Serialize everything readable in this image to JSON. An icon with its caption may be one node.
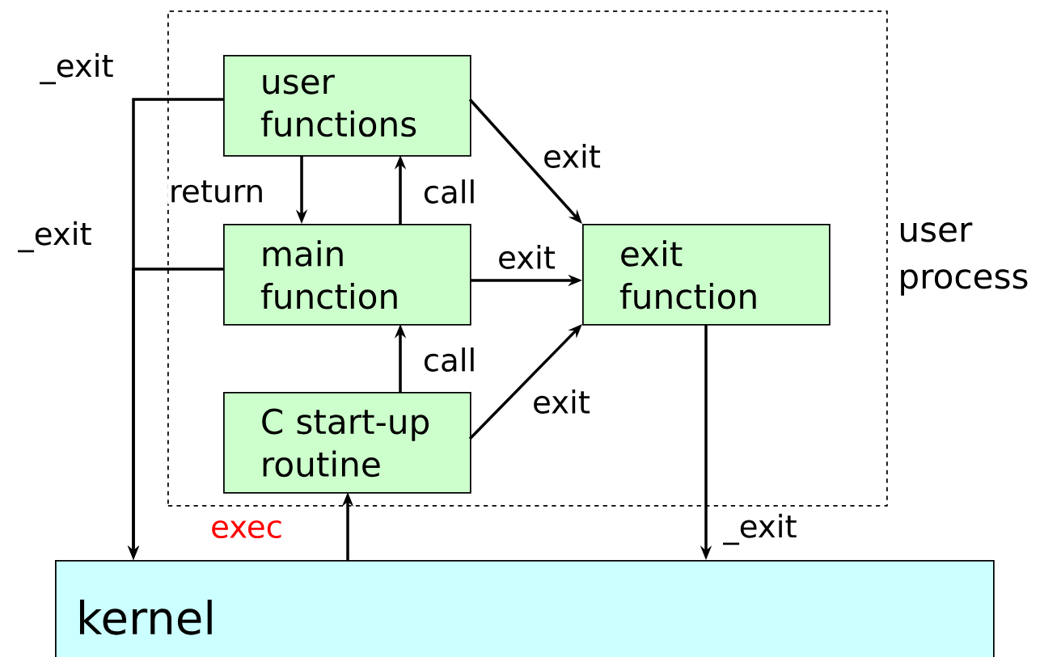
{
  "diagram": {
    "nodes": [
      {
        "text": [
          "user process"
        ]
      },
      {
        "text": [
          "user functions"
        ],
        "in": 0
      },
      {
        "text": [
          "main function"
        ],
        "in": 0
      },
      {
        "text": [
          "exit function"
        ],
        "in": 0
      },
      {
        "text": [
          "C start-up routine"
        ],
        "in": 0
      },
      {
        "text": [
          "kernel"
        ]
      }
    ],
    "edges": [
      {
        "from": 1,
        "to": 2,
        "arrow": "to",
        "label": "return"
      },
      {
        "from": 2,
        "to": 1,
        "arrow": "to",
        "label": "call"
      },
      {
        "from": 4,
        "to": 2,
        "arrow": "to",
        "label": "call"
      },
      {
        "from": 1,
        "to": 3,
        "arrow": "to",
        "label": "exit"
      },
      {
        "from": 2,
        "to": 3,
        "arrow": "to",
        "label": "exit"
      },
      {
        "from": 4,
        "to": 3,
        "arrow": "to",
        "label": "exit"
      },
      {
        "from": 5,
        "to": 4,
        "arrow": "to",
        "label": "exec"
      },
      {
        "from": 3,
        "to": 5,
        "arrow": "to",
        "label": "_exit"
      },
      {
        "from": 1,
        "to": 5,
        "arrow": "to",
        "label": "_exit"
      },
      {
        "from": 2,
        "to": 5,
        "arrow": "to",
        "label": "_exit"
      }
    ]
  }
}
